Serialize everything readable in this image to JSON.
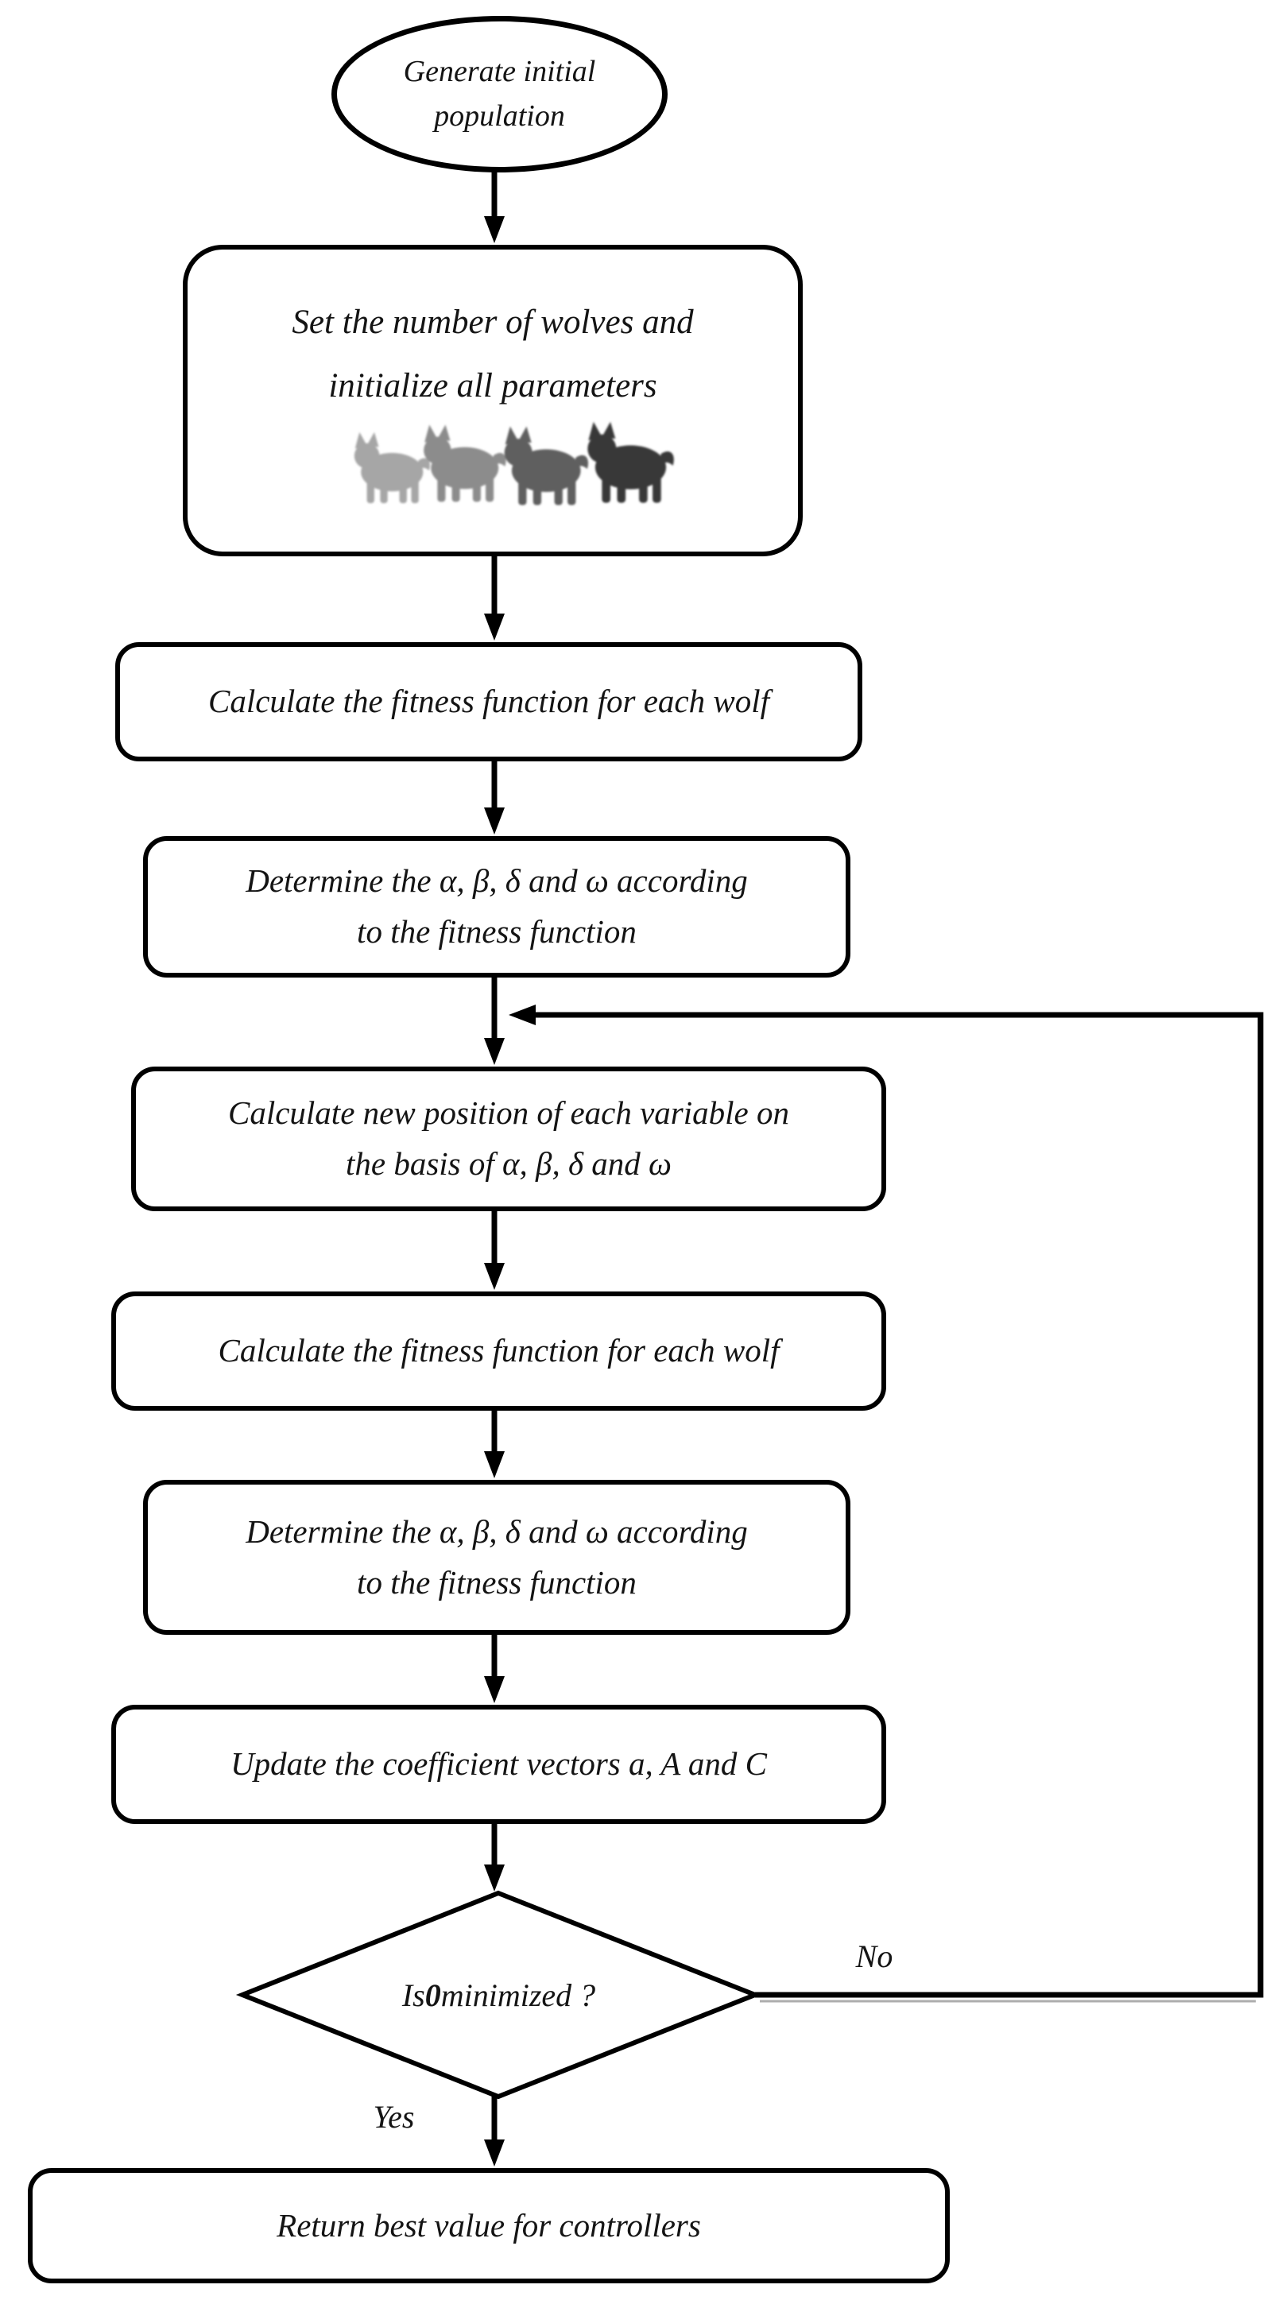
{
  "figure": {
    "background": "#ffffff",
    "line_color": "#000000",
    "text_color": "#141414"
  },
  "nodes": {
    "start": {
      "shape": "ellipse",
      "lines": [
        "Generate initial",
        "population"
      ]
    },
    "init": {
      "shape": "rounded-rectangle",
      "lines": [
        "Set the number of wolves and",
        "initialize all parameters"
      ],
      "icon": "wolf-pack-image"
    },
    "fitness1": {
      "shape": "rounded-rectangle",
      "lines": [
        "Calculate the fitness function for each wolf"
      ]
    },
    "determine1": {
      "shape": "rounded-rectangle",
      "lines": [
        "Determine the α, β, δ and ω according",
        "to the fitness function"
      ]
    },
    "new_position": {
      "shape": "rounded-rectangle",
      "lines": [
        "Calculate new position of each variable on",
        "the basis of α, β, δ and ω"
      ]
    },
    "fitness2": {
      "shape": "rounded-rectangle",
      "lines": [
        "Calculate the fitness function for each wolf"
      ]
    },
    "determine2": {
      "shape": "rounded-rectangle",
      "lines": [
        "Determine the α, β, δ and ω according",
        "to the fitness function"
      ]
    },
    "update_coefficients": {
      "shape": "rounded-rectangle",
      "lines": [
        "Update the coefficient vectors a, A and C"
      ]
    },
    "decision": {
      "shape": "diamond",
      "prefix": "Is ",
      "symbol": "0",
      "suffix": " minimized ?"
    },
    "return_best": {
      "shape": "rounded-rectangle",
      "lines": [
        "Return best value for controllers"
      ]
    }
  },
  "edge_labels": {
    "no": "No",
    "yes": "Yes"
  }
}
